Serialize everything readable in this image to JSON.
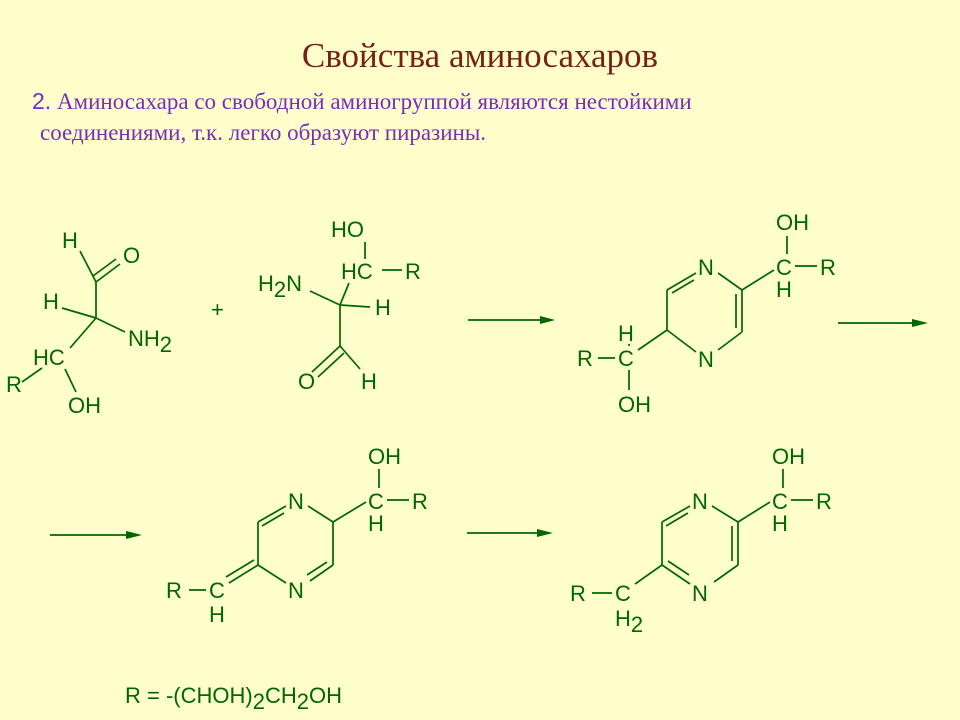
{
  "slide": {
    "title": "Свойства аминосахаров",
    "point_number": "2.",
    "statement_line1": "Аминосахара со свободной аминогруппой являются нестойкими",
    "statement_line2": "соединениями, т.к. легко образуют пиразины."
  },
  "labels": {
    "H": "H",
    "O": "O",
    "N": "N",
    "C": "C",
    "HC": "HC",
    "HO": "HO",
    "OH": "OH",
    "NH": "NH",
    "R": "R",
    "two": "2",
    "plus": "+"
  },
  "r_definition": {
    "prefix": "R = -(CHOH)",
    "sub1": "2",
    "middle": "CH",
    "sub2": "2",
    "suffix": "OH"
  },
  "colors": {
    "background": "#ffffcc",
    "title": "#7a1f16",
    "statement": "#7b2bbd",
    "structures": "#006600"
  }
}
